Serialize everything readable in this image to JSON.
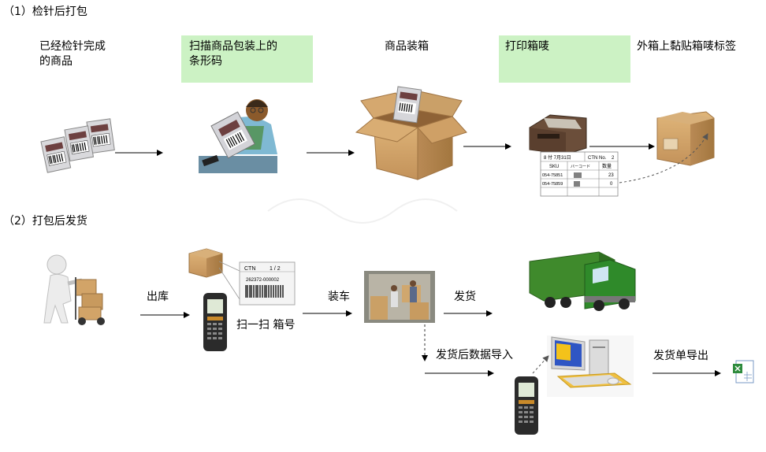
{
  "section1": {
    "title": "（1）检针后打包",
    "step1_label_line1": "已经检针完成",
    "step1_label_line2": "的商品",
    "step2_label_line1": "扫描商品包装上的",
    "step2_label_line2": "条形码",
    "step3_label": "商品装箱",
    "step4_label": "打印箱唛",
    "step5_label": "外箱上黏贴箱唛标签"
  },
  "shipping_label": {
    "date": "8 付 7月31日",
    "ctn_no": "CTN No.",
    "ctn_value": "2",
    "col_sku": "SKU",
    "col_barcode": "バーコード",
    "col_qty": "数量",
    "row1_sku": "054-75851",
    "row1_qty": "23",
    "row2_sku": "054-75859",
    "row2_qty": "0"
  },
  "section2": {
    "title": "（2）打包后发货",
    "out_label": "出库",
    "scan_label": "扫一扫  箱号",
    "load_label": "装车",
    "ship_label": "发货",
    "import_label": "发货后数据导入",
    "export_label": "发货单导出"
  },
  "carton_tag": {
    "ctn": "CTN",
    "count": "1 / 2",
    "number": "262372-000002"
  },
  "colors": {
    "highlight_green": "#ccf2c4",
    "box_brown": "#c9a06a",
    "truck_green": "#3f8a2c"
  }
}
